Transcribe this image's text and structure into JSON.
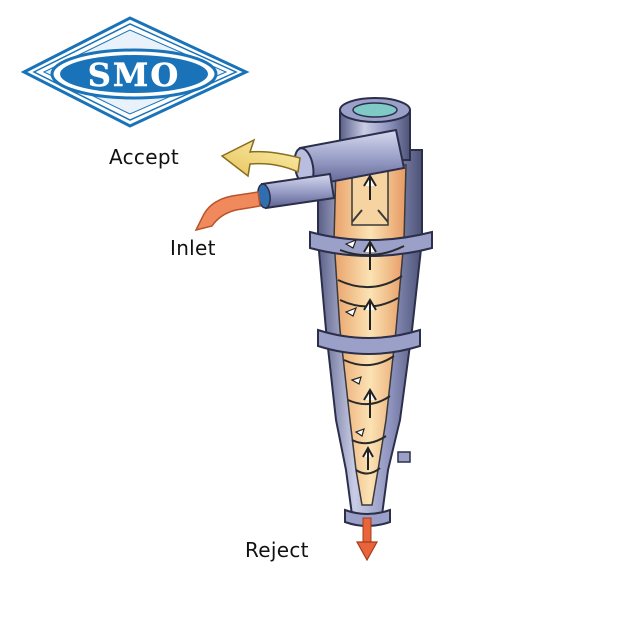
{
  "logo": {
    "text": "SMO",
    "color": "#1a73b8"
  },
  "labels": {
    "accept": "Accept",
    "inlet": "Inlet",
    "reject": "Reject"
  },
  "colors": {
    "body_metal": "#7f86b0",
    "inner_flow": "#f2c48e",
    "inlet_arrow": "#f08a5d",
    "accept_arrow": "#f3dc7a",
    "reject_arrow": "#e8643a"
  }
}
